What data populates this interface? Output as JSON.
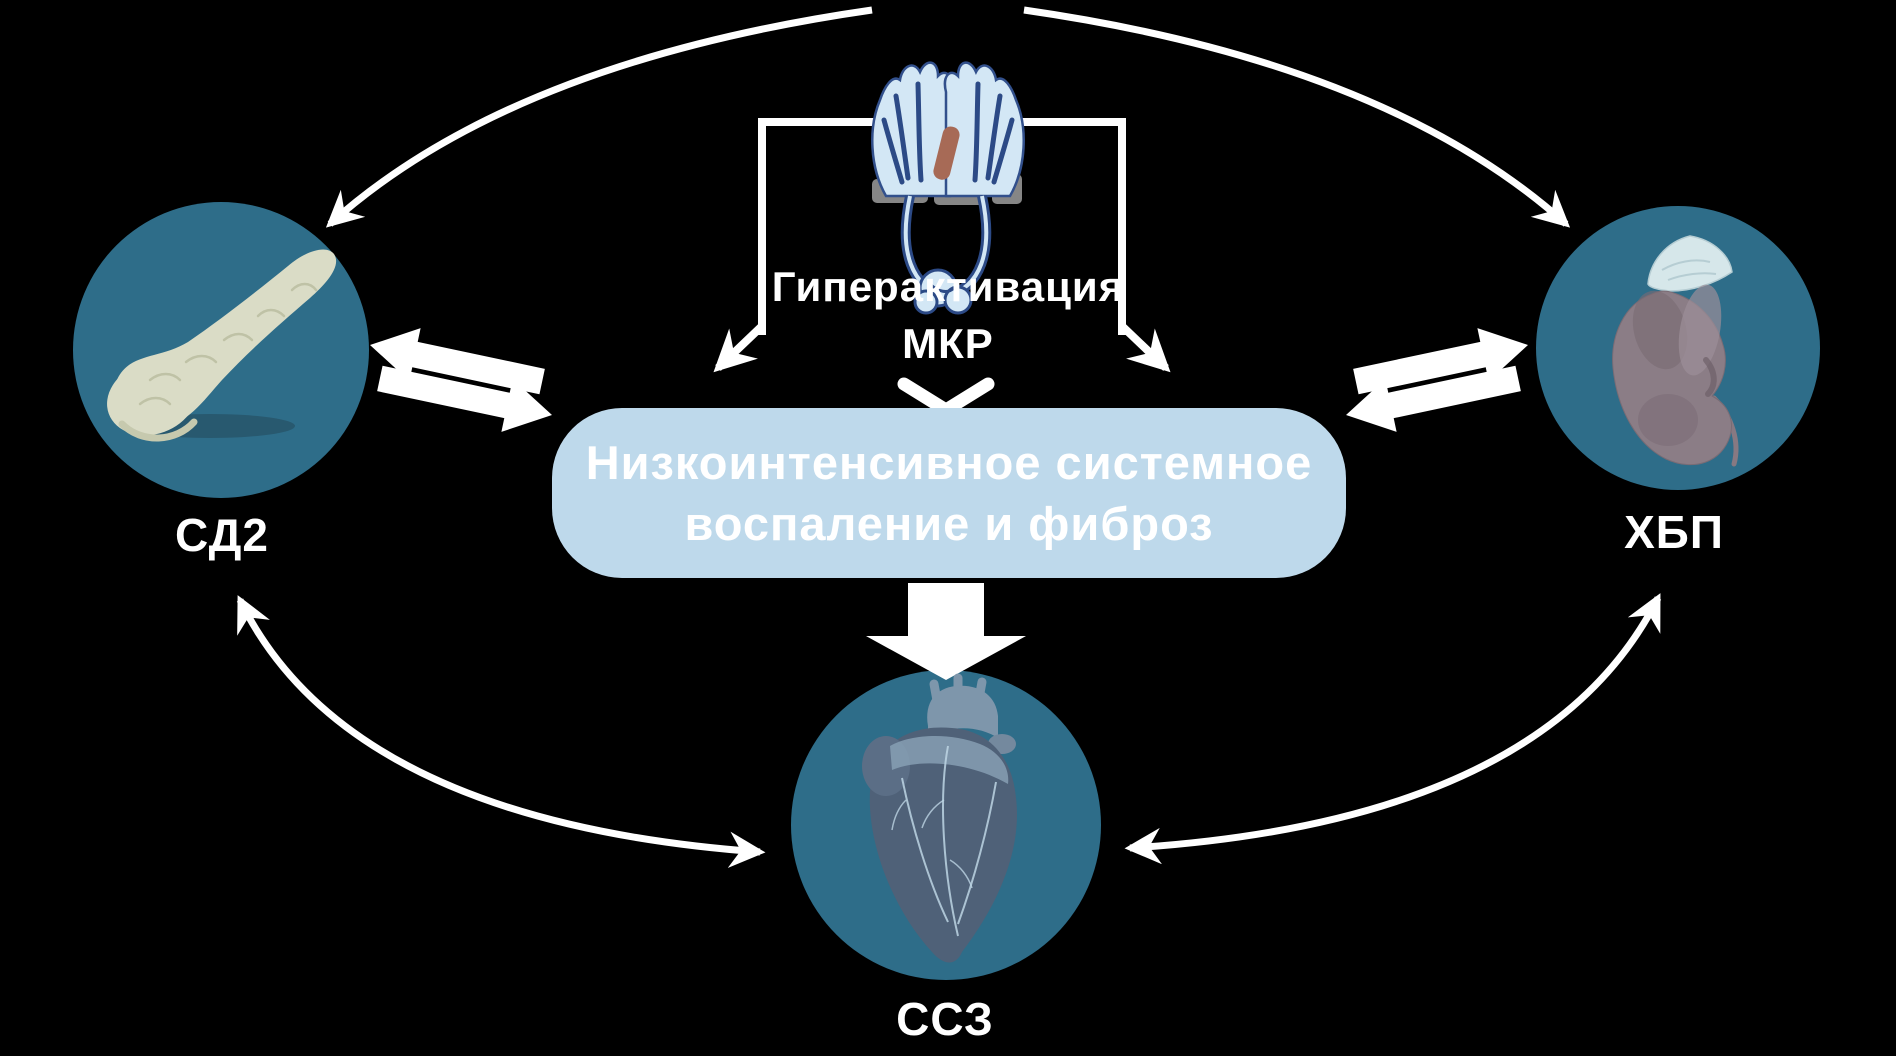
{
  "top": {
    "line1": "Гиперактивация",
    "line2": "МКР"
  },
  "box": {
    "line1": "Низкоинтенсивное системное",
    "line2": "воспаление и фиброз"
  },
  "nodes": {
    "pancreas": {
      "label": "СД2"
    },
    "kidney": {
      "label": "ХБП"
    },
    "heart": {
      "label": "ССЗ"
    }
  },
  "icons": {
    "top": "nephron-icon",
    "left": "pancreas-icon",
    "right": "kidney-icon",
    "bottom": "heart-icon"
  },
  "colors": {
    "background": "#000000",
    "node_circle": "#2e6d89",
    "center_box": "#bed9eb",
    "arrow": "#ffffff",
    "text": "#ffffff"
  }
}
